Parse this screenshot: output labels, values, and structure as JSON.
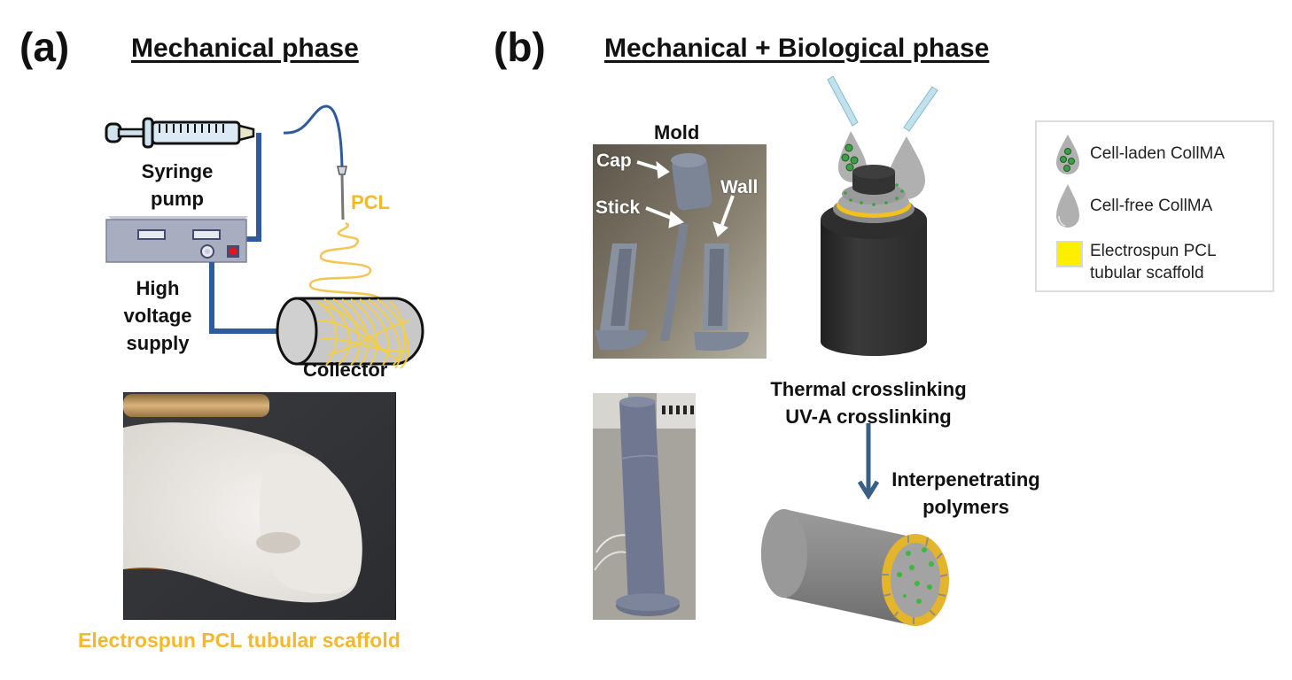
{
  "panel_a": {
    "label": "(a)",
    "title": "Mechanical phase",
    "syringe_label_line1": "Syringe",
    "syringe_label_line2": "pump",
    "pcl_label": "PCL",
    "hv_label_line1": "High",
    "hv_label_line2": "voltage",
    "hv_label_line3": "supply",
    "collector_label": "Collector",
    "photo_caption": "Electrospun PCL tubular scaffold"
  },
  "panel_b": {
    "label": "(b)",
    "title": "Mechanical + Biological phase",
    "mold_title": "Mold",
    "mold_parts": {
      "cap": "Cap",
      "stick": "Stick",
      "wall": "Wall"
    },
    "process_line1": "Thermal crosslinking",
    "process_line2": "UV-A crosslinking",
    "result_line1": "Interpenetrating",
    "result_line2": "polymers"
  },
  "legend": {
    "items": [
      {
        "icon": "cell-laden-drop-icon",
        "label": "Cell-laden CollMA"
      },
      {
        "icon": "cell-free-drop-icon",
        "label": "Cell-free CollMA"
      },
      {
        "icon": "yellow-square-icon",
        "label_line1": "Electrospun PCL",
        "label_line2": "tubular scaffold"
      }
    ]
  },
  "colors": {
    "pcl_yellow": "#f5b82a",
    "wire_blue": "#2f5aa0",
    "arrow_blue": "#3a5f85",
    "mold_dark": "#2e2e2e",
    "collma_gray": "#b8b8b8",
    "cell_green": "#3aa043"
  }
}
